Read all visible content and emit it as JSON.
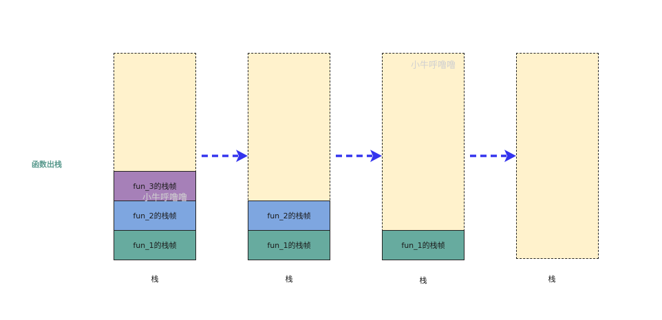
{
  "side_label": "函数出栈",
  "watermark": "小牛呼噜噜",
  "stack_caption": "栈",
  "colors": {
    "stack_bg": "#fff2cc",
    "fun_1": "#67ab9f",
    "fun_2": "#7ea6e0",
    "fun_3": "#a680b8",
    "arrow": "#3333ee"
  },
  "stacks": [
    {
      "frames": [
        "fun_3的栈帧",
        "fun_2的栈帧",
        "fun_1的栈帧"
      ]
    },
    {
      "frames": [
        "fun_2的栈帧",
        "fun_1的栈帧"
      ]
    },
    {
      "frames": [
        "fun_1的栈帧"
      ]
    },
    {
      "frames": []
    }
  ]
}
